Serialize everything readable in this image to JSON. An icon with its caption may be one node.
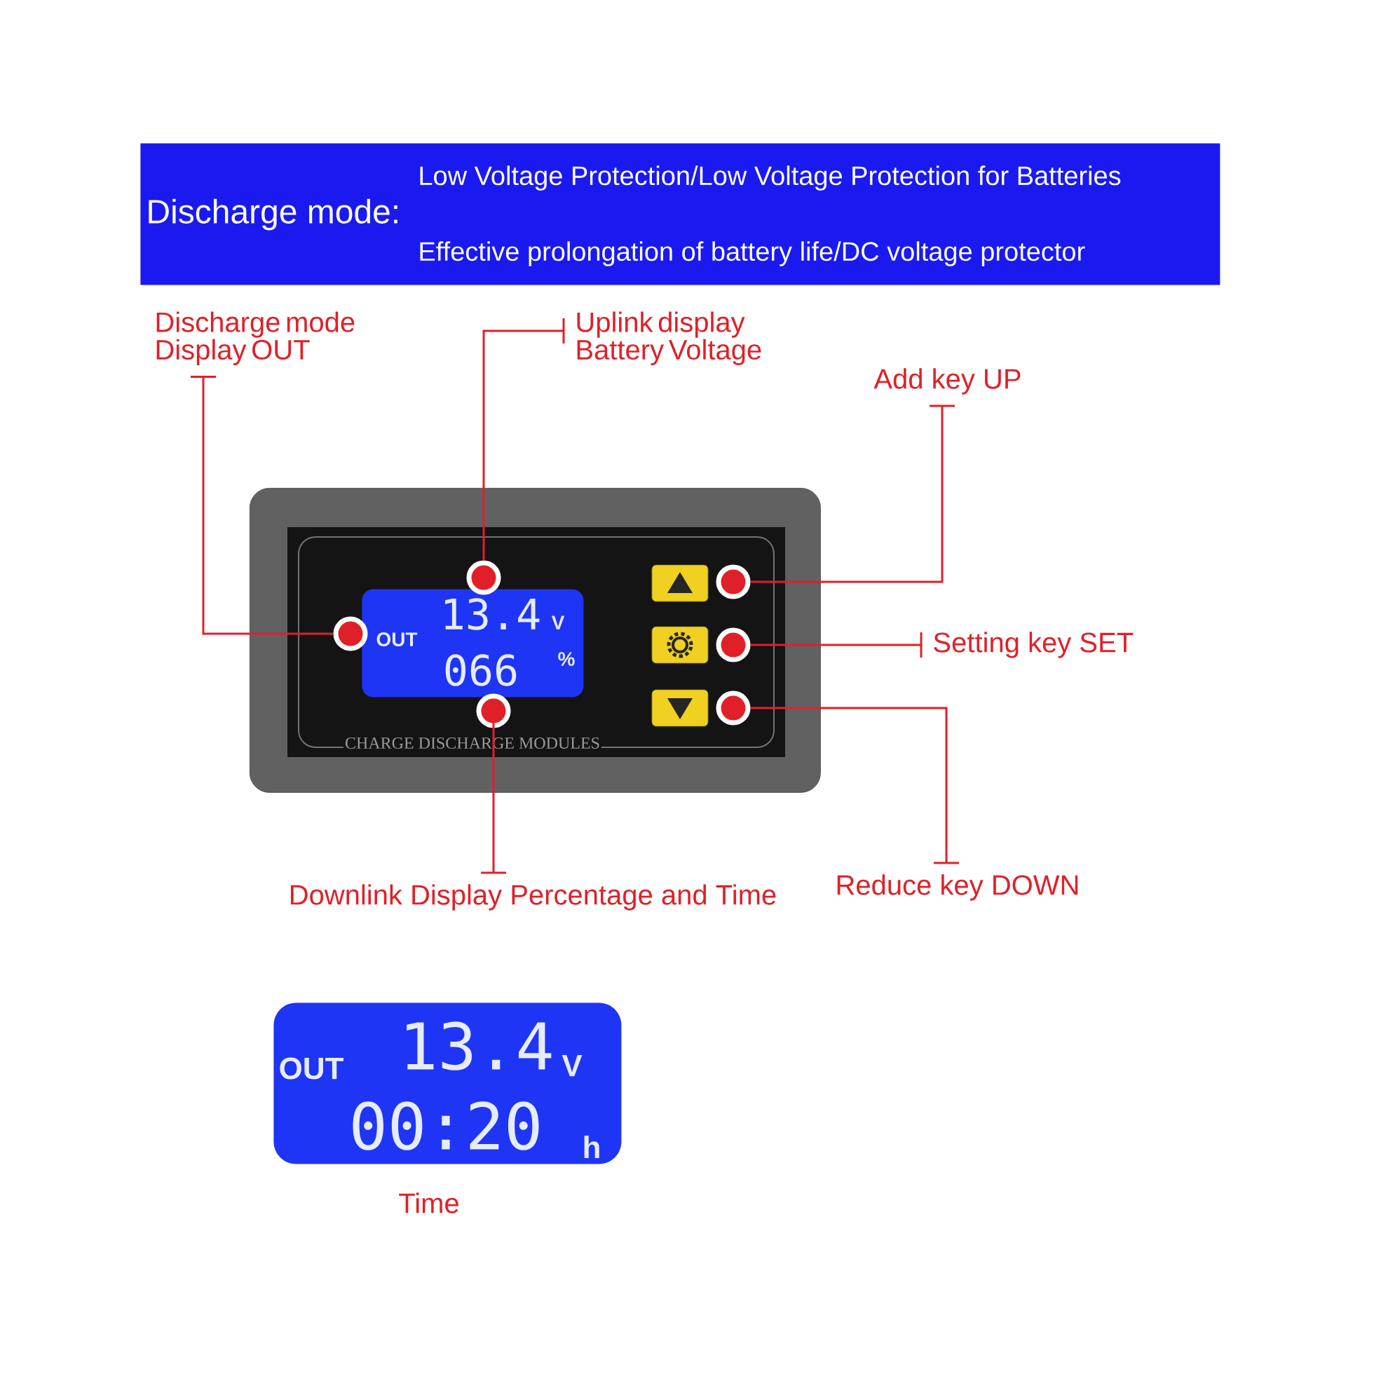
{
  "diagram": {
    "nodes": [
      {
        "text": [
          "Discharge mode:",
          "Low Voltage Protection/Low Voltage Protection for Batteries",
          "Effective prolongation of battery life/DC voltage protector"
        ]
      },
      {
        "text": [
          "Discharge mode Display OUT"
        ]
      },
      {
        "text": [
          "Uplink display Battery Voltage"
        ]
      },
      {
        "text": [
          "Add key UP"
        ]
      },
      {
        "text": [
          "Setting key SET"
        ]
      },
      {
        "text": [
          "Reduce key DOWN"
        ]
      },
      {
        "text": [
          "Downlink Display Percentage and Time"
        ]
      },
      {
        "text": [
          "CHARGE DISCHARGE MODULES"
        ]
      },
      {
        "text": [
          "OUT",
          "13.4",
          "V",
          "066",
          "%"
        ],
        "in": 7
      },
      {
        "text": [],
        "shape": "box",
        "in": 7
      },
      {
        "text": [],
        "shape": "box",
        "in": 7
      },
      {
        "text": [],
        "shape": "box",
        "in": 7
      },
      {
        "text": [],
        "shape": "circle",
        "in": 7
      },
      {
        "text": [],
        "shape": "circle",
        "in": 7
      },
      {
        "text": [],
        "shape": "circle",
        "in": 7
      },
      {
        "text": [],
        "shape": "circle",
        "in": 7
      },
      {
        "text": [],
        "shape": "circle",
        "in": 7
      },
      {
        "text": [],
        "shape": "circle",
        "in": 7
      },
      {
        "text": [
          "OUT",
          "13.4",
          "V",
          "00:20",
          "h"
        ],
        "beside": [
          "Time"
        ]
      }
    ],
    "edges": [
      {
        "from": 1,
        "to": 14,
        "arrow": "none"
      },
      {
        "from": 2,
        "to": 12,
        "arrow": "none"
      },
      {
        "from": 3,
        "to": 13,
        "arrow": "none"
      },
      {
        "from": 4,
        "to": 15,
        "arrow": "none"
      },
      {
        "from": 5,
        "to": 16,
        "arrow": "none"
      },
      {
        "from": 6,
        "to": 17,
        "arrow": "none"
      }
    ]
  }
}
